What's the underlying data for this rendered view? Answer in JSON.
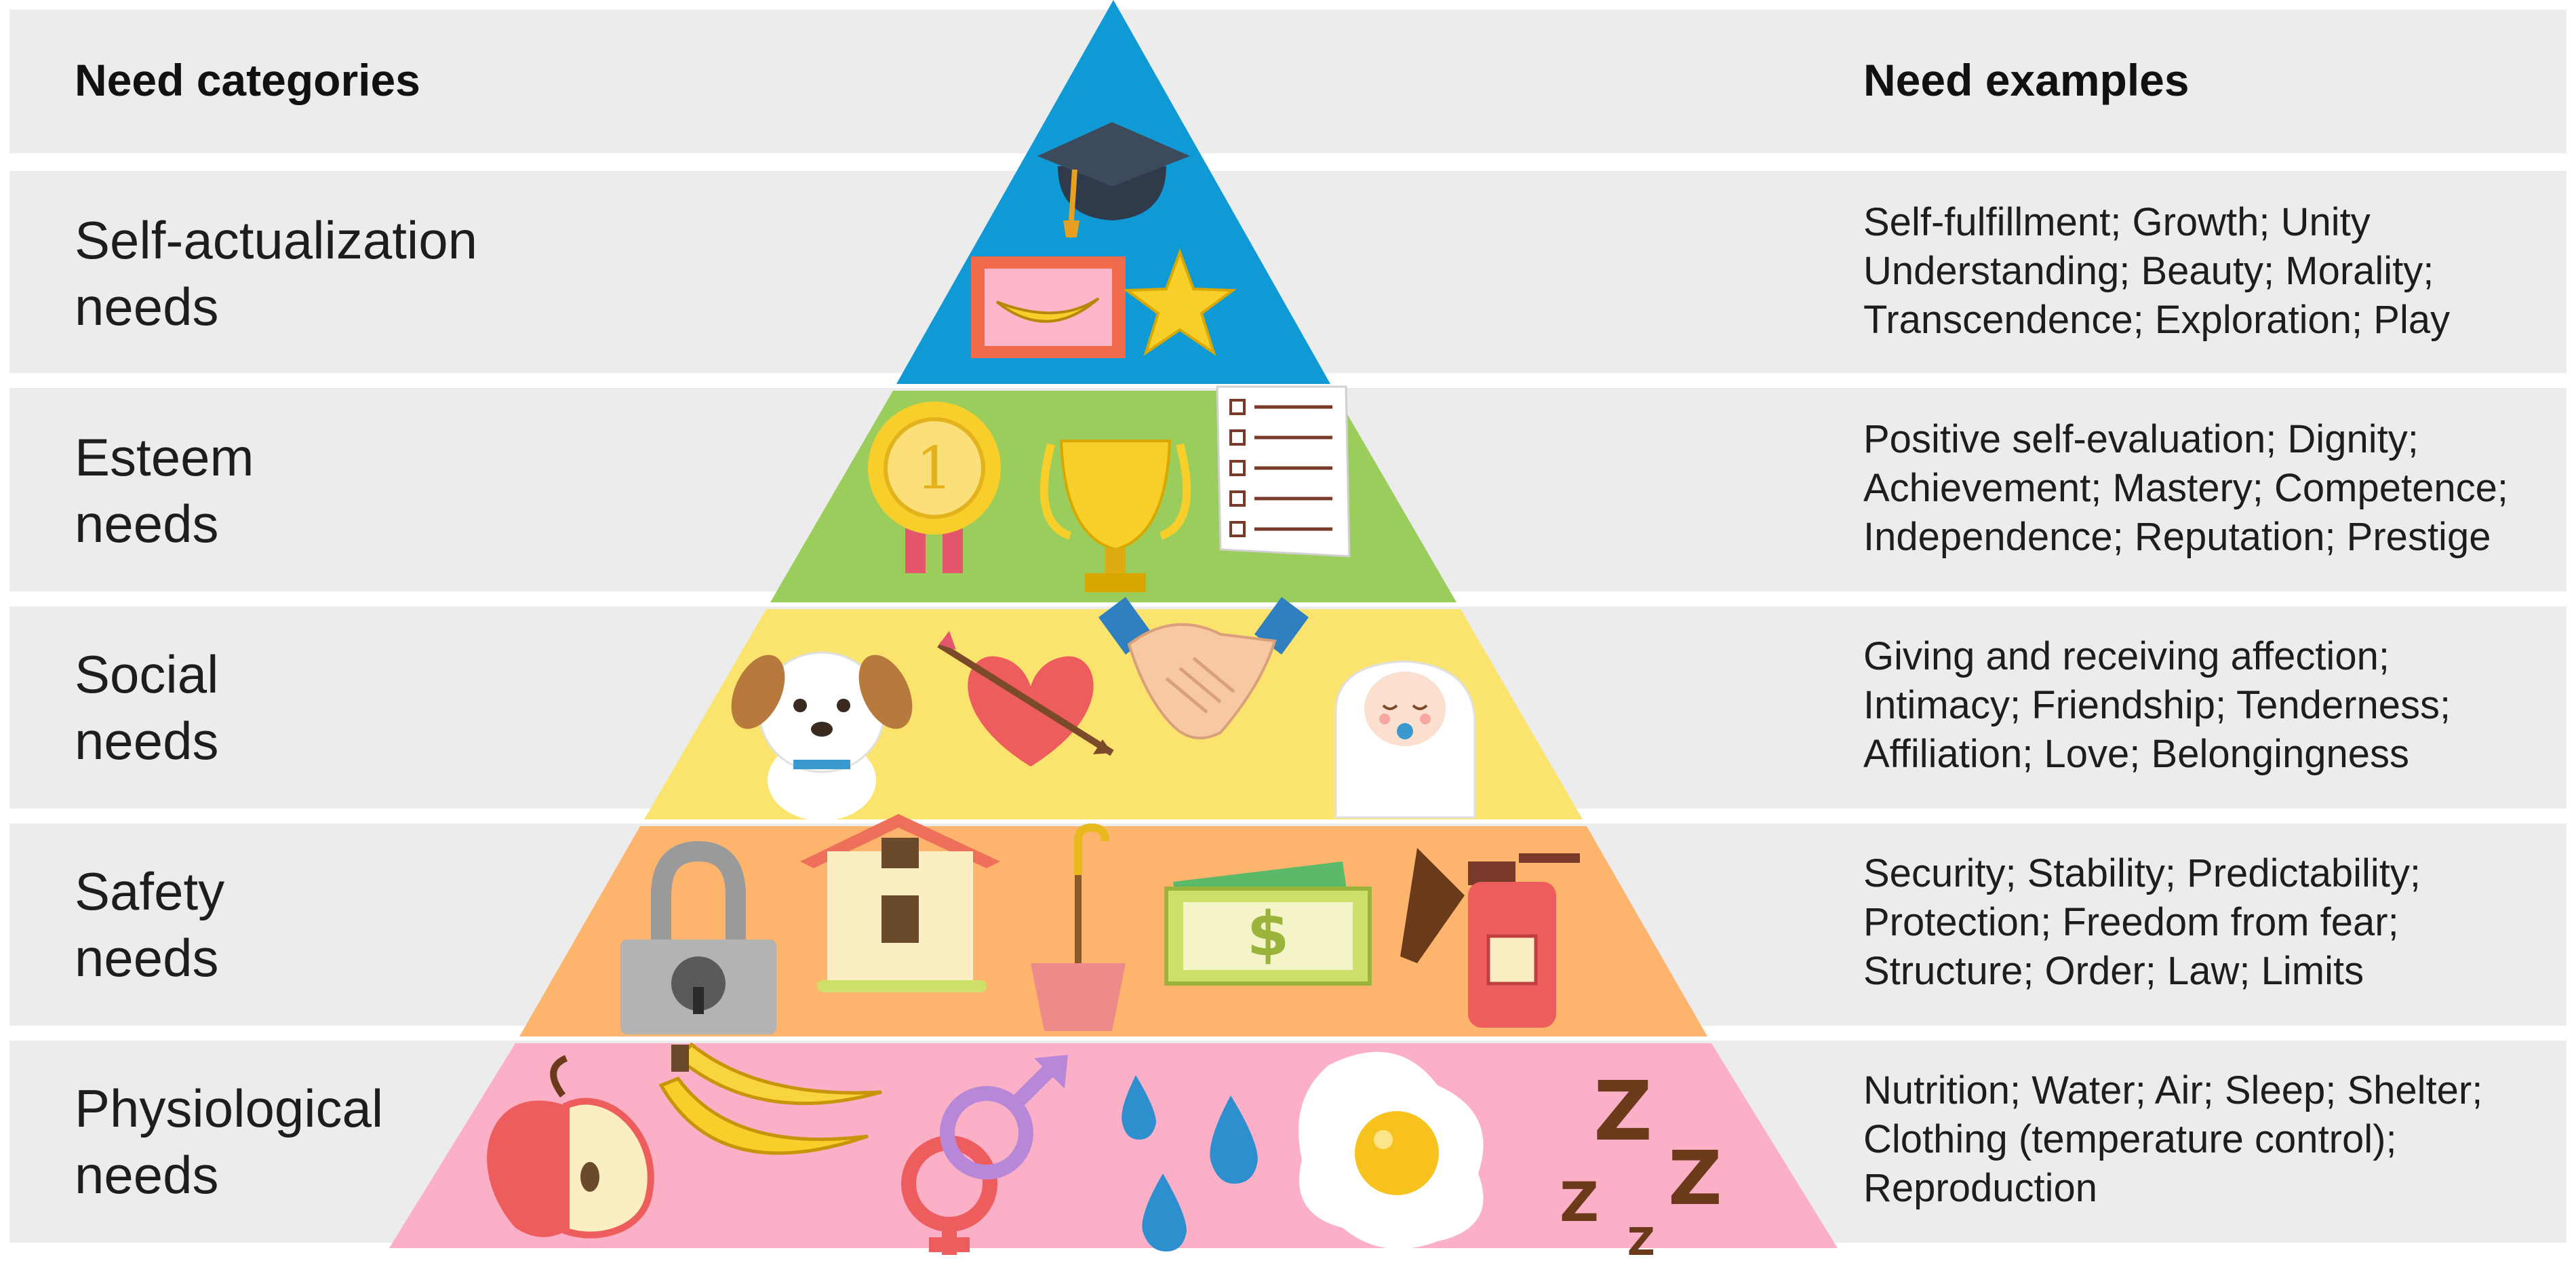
{
  "headers": {
    "categories": "Need categories",
    "examples": "Need examples"
  },
  "levels": [
    {
      "name_line1": "Self-actualization",
      "name_line2": "needs",
      "color": "#0f9ad6",
      "examples": [
        "Self-fulfillment; Growth; Unity",
        "Understanding; Beauty; Morality;",
        "Transcendence; Exploration; Play"
      ]
    },
    {
      "name_line1": "Esteem",
      "name_line2": "needs",
      "color": "#9acd5b",
      "examples": [
        "Positive self-evaluation; Dignity;",
        "Achievement; Mastery; Competence;",
        "Independence; Reputation; Prestige"
      ]
    },
    {
      "name_line1": "Social",
      "name_line2": "needs",
      "color": "#fbe46e",
      "examples": [
        "Giving and receiving affection;",
        "Intimacy; Friendship; Tenderness;",
        "Affiliation; Love; Belongingness"
      ]
    },
    {
      "name_line1": "Safety",
      "name_line2": "needs",
      "color": "#fdb46c",
      "examples": [
        "Security; Stability; Predictability;",
        "Protection; Freedom from fear;",
        "Structure; Order; Law; Limits"
      ]
    },
    {
      "name_line1": "Physiological",
      "name_line2": "needs",
      "color": "#fbb0c8",
      "examples": [
        "Nutrition; Water; Air; Sleep; Shelter;",
        "Clothing (temperature control);",
        "Reproduction"
      ]
    }
  ],
  "icons": {
    "self_actualization": [
      "graduation-cap-icon",
      "banana-picture-icon",
      "star-icon"
    ],
    "esteem": [
      "medal-icon",
      "trophy-icon",
      "checklist-icon"
    ],
    "social": [
      "puppy-icon",
      "heart-arrow-icon",
      "handshake-icon",
      "baby-icon"
    ],
    "safety": [
      "padlock-icon",
      "house-icon",
      "umbrella-icon",
      "money-icon",
      "fire-extinguisher-icon"
    ],
    "physiological": [
      "apple-icon",
      "bananas-icon",
      "gender-symbols-icon",
      "water-drops-icon",
      "fried-egg-icon",
      "sleep-z-icon"
    ]
  },
  "money_symbol": "$",
  "medal_number": "1",
  "sleep_letters": [
    "Z",
    "Z",
    "Z",
    "Z"
  ]
}
